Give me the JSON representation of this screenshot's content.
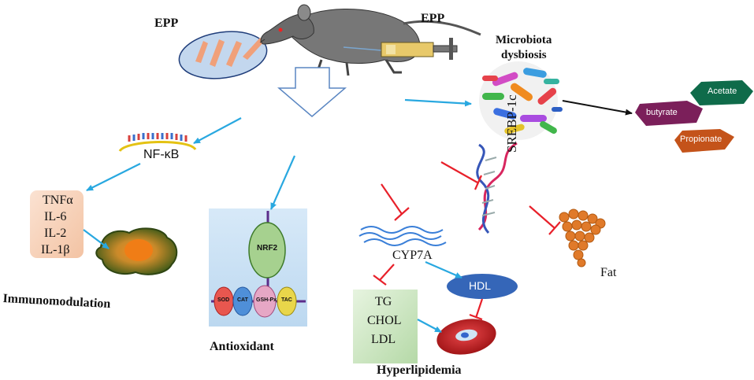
{
  "labels": {
    "epp_oral": "EPP",
    "epp_injection": "EPP",
    "microbiota_line1": "Microbiota",
    "microbiota_line2": "dysbiosis",
    "butyrate": "butyrate",
    "acetate": "Acetate",
    "propionate": "Propionate",
    "nfkb": "NF-κB",
    "cytokines": [
      "TNFα",
      "IL-6",
      "IL-2",
      "IL-1β"
    ],
    "immunomodulation": "Immunomodulation",
    "nrf2": "NRF2",
    "enzymes": [
      "SOD",
      "CAT",
      "GSH-Px",
      "TAC"
    ],
    "antioxidant": "Antioxidant",
    "srebp": "SREBP-1c",
    "fat": "Fat",
    "cyp7a": "CYP7A",
    "hdl": "HDL",
    "lipids": [
      "TG",
      "CHOL",
      "LDL"
    ],
    "hyperlipidemia": "Hyperlipidemia"
  },
  "colors": {
    "activation_arrow": "#29a8e0",
    "inhibition": "#e8202a",
    "microbiota_arrow": "#111111",
    "butyrate": "#7b1f5a",
    "acetate": "#0f6b4a",
    "propionate": "#c4531a",
    "hdl": "#3566b8",
    "cytokine_box": "#f7d0b5",
    "lipid_box": "#cde6c4",
    "nrf2": "#a6d18f",
    "fat": "#e07a2a"
  },
  "icons": [
    "rat-icon",
    "feed-plate-icon",
    "syringe-icon",
    "bacteria-cluster-icon",
    "dna-helix-icon",
    "macrophage-icon",
    "red-blood-cell-icon",
    "fat-cluster-icon",
    "receptor-membrane-icon"
  ]
}
